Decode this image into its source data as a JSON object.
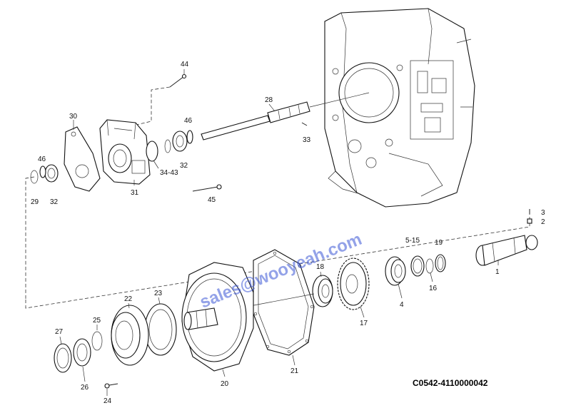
{
  "watermark": "sales@wooyeah.com",
  "drawing_code": "C0542-4110000042",
  "callouts": {
    "p44": "44",
    "p30": "30",
    "p46a": "46",
    "p46b": "46",
    "p29": "29",
    "p32a": "32",
    "p32b": "32",
    "p31": "31",
    "p34_43": "34-43",
    "p28": "28",
    "p33": "33",
    "p45": "45",
    "p3": "3",
    "p2": "2",
    "p5_15": "5-15",
    "p19": "19",
    "p18": "18",
    "p1": "1",
    "p16": "16",
    "p4": "4",
    "p17": "17",
    "p23": "23",
    "p22": "22",
    "p25": "25",
    "p27": "27",
    "p26": "26",
    "p24": "24",
    "p20": "20",
    "p21": "21"
  }
}
